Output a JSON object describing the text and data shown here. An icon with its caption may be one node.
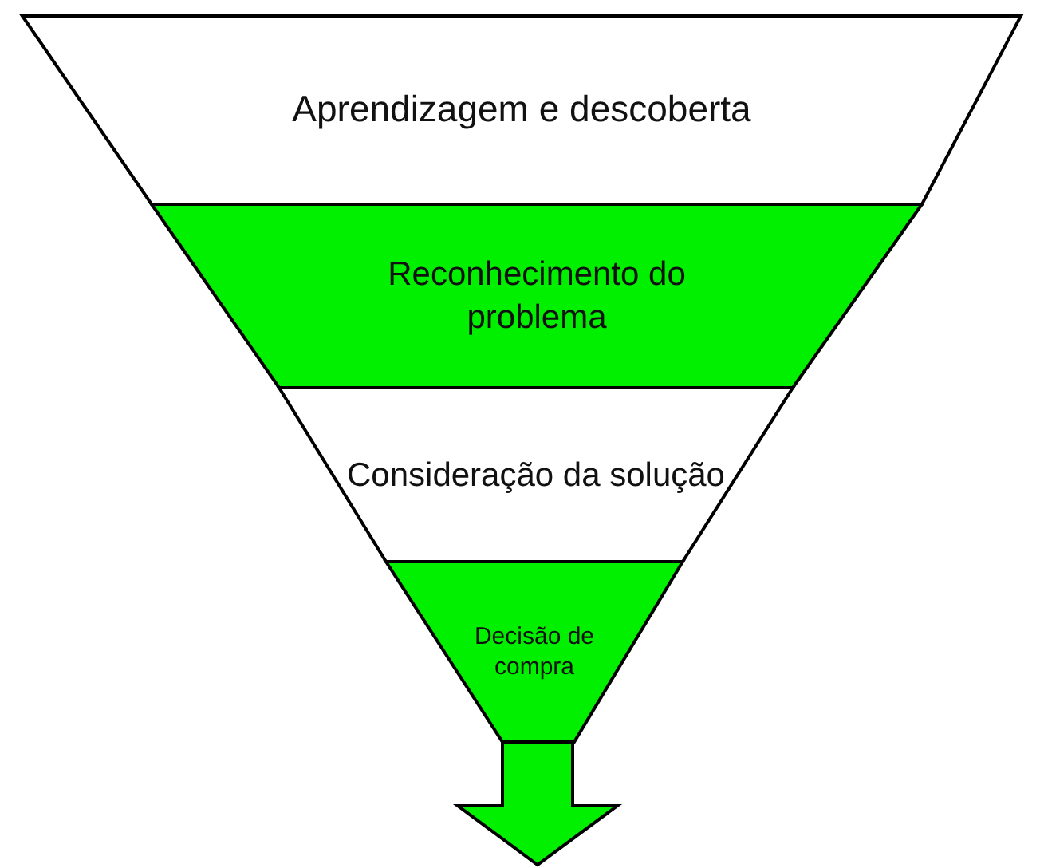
{
  "diagram": {
    "nodes": [
      {
        "text": [
          "Aprendizagem e descoberta"
        ]
      },
      {
        "text": [
          "Reconhecimento do problema"
        ]
      },
      {
        "text": [
          "Consideração da solução"
        ]
      },
      {
        "text": [
          "Decisão de compra"
        ]
      },
      {
        "text": [],
        "shape": "arrow"
      }
    ]
  }
}
